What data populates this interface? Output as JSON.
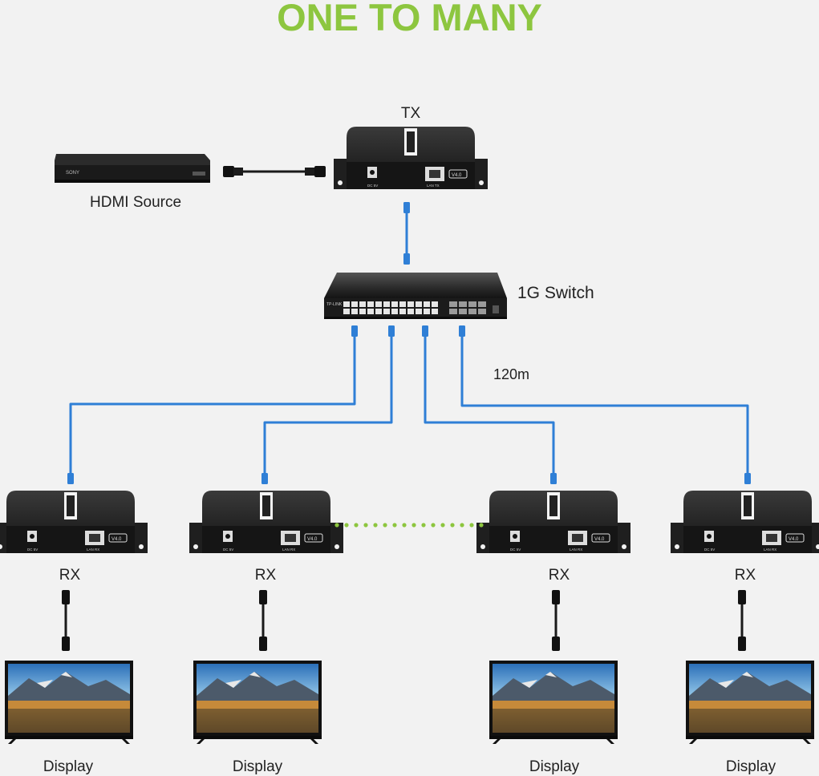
{
  "title": "ONE TO MANY",
  "labels": {
    "tx": "TX",
    "source": "HDMI Source",
    "switch": "1G Switch",
    "distance": "120m",
    "rx": "RX",
    "display": "Display"
  },
  "device_text": {
    "brand": "SONY",
    "tx_port": "LAN TX",
    "rx_port": "LAN RX",
    "version": "V4.0",
    "dc": "DC 5V",
    "switch_brand": "TP-LINK"
  },
  "colors": {
    "title": "#8dc63f",
    "cable": "#2f7fd6",
    "dots": "#8dc63f",
    "device": "#1c1c1c"
  },
  "icons": [
    "hdmi-source-icon",
    "extender-icon",
    "network-switch-icon",
    "tv-display-icon",
    "hdmi-cable-icon",
    "ethernet-cable-icon"
  ]
}
